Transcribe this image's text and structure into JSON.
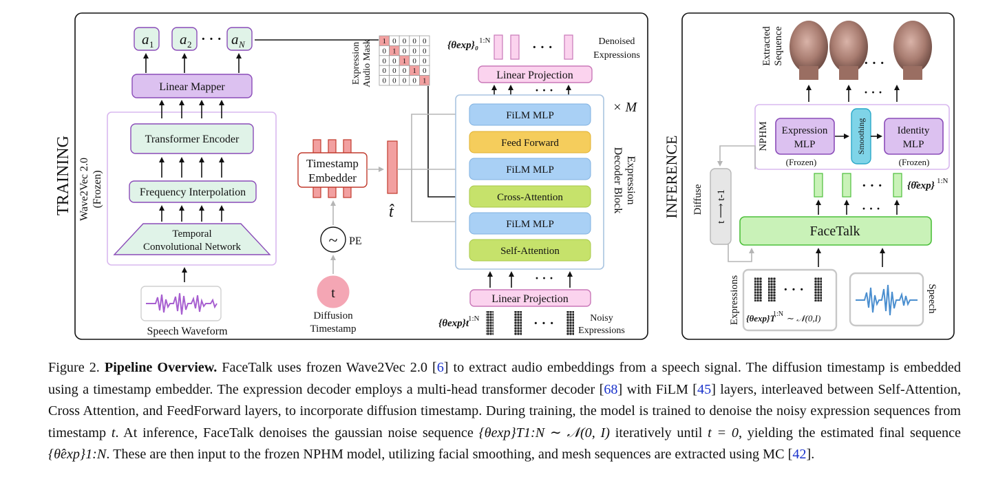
{
  "training": {
    "title": "TRAINING",
    "audio_tokens": [
      "a",
      "a",
      "a"
    ],
    "audio_token_subs": [
      "1",
      "2",
      "N"
    ],
    "ellipsis": "· · ·",
    "linear_mapper": "Linear Mapper",
    "wave2vec_line1": "Wave2Vec 2.0",
    "wave2vec_line2": "(Frozen)",
    "transformer_encoder": "Transformer Encoder",
    "frequency_interpolation": "Frequency Interpolation",
    "tcn_line1": "Temporal",
    "tcn_line2": "Convolutional Network",
    "speech_waveform": "Speech Waveform",
    "mask_label_line1": "Expression",
    "mask_label_line2": "Audio Mask",
    "mask_rows": [
      [
        "1",
        "0",
        "0",
        "0",
        "0"
      ],
      [
        "0",
        "1",
        "0",
        "0",
        "0"
      ],
      [
        "0",
        "0",
        "1",
        "0",
        "0"
      ],
      [
        "0",
        "0",
        "0",
        "1",
        "0"
      ],
      [
        "0",
        "0",
        "0",
        "0",
        "1"
      ]
    ],
    "timestamp_embedder_line1": "Timestamp",
    "timestamp_embedder_line2": "Embedder",
    "t_hat": "t̂",
    "pe_symbol": "~",
    "pe": "PE",
    "t": "t",
    "diffusion_timestamp_line1": "Diffusion",
    "diffusion_timestamp_line2": "Timestamp",
    "denoised_expr_math": "{θexp}₀",
    "denoised_sup": "1:N",
    "denoised_line1": "Denoised",
    "denoised_line2": "Expressions",
    "linear_projection": "Linear Projection",
    "film_mlp": "FiLM MLP",
    "feed_forward": "Feed Forward",
    "cross_attention": "Cross-Attention",
    "self_attention": "Self-Attention",
    "times_m": "× M",
    "decoder_block_line1": "Expression",
    "decoder_block_line2": "Decoder Block",
    "noisy_math": "{θexp}t",
    "noisy_sup": "1:N",
    "noisy_line1": "Noisy",
    "noisy_line2": "Expressions"
  },
  "inference": {
    "title": "INFERENCE",
    "extracted_line1": "Extracted",
    "extracted_line2": "Sequence",
    "nphm": "NPHM",
    "expression_mlp_line1": "Expression",
    "expression_mlp_line2": "MLP",
    "frozen": "(Frozen)",
    "smoothing": "Smoothing",
    "identity_mlp_line1": "Identity",
    "identity_mlp_line2": "MLP",
    "theta_hat_math": "{θ̂exp}",
    "theta_hat_sup": "1:N",
    "diffuse": "Diffuse",
    "t_to_tminus1": "t ⟶ t-1",
    "facetalk": "FaceTalk",
    "expressions": "Expressions",
    "noise_eq": "{θexp}T",
    "noise_eq_sup": "1:N",
    "noise_eq_rest": "∼ 𝒩(0,I)",
    "speech": "Speech"
  },
  "caption": {
    "fig": "Figure 2.",
    "title": "Pipeline Overview.",
    "s1": "FaceTalk uses frozen Wave2Vec 2.0 [",
    "r1": "6",
    "s2": "] to extract audio embeddings from a speech signal. The diffusion timestamp is embedded using a timestamp embedder. The expression decoder employs a multi-head transformer decoder [",
    "r2": "68",
    "s3": "] with FiLM [",
    "r3": "45",
    "s4": "] layers, interleaved between Self-Attention, Cross Attention, and FeedForward layers, to incorporate diffusion timestamp. During training, the model is trained to denoise the noisy expression sequences from timestamp",
    "t": "t",
    "s5": ". At inference, FaceTalk denoises the gaussian noise sequence",
    "eq1": "{θexp}T1:N ∼ 𝒩(0, I)",
    "s6": "iteratively until",
    "eq2": "t = 0",
    "s7": ", yielding the estimated final sequence",
    "eq3": "{θ̂exp}1:N",
    "s8": ". These are then input to the frozen NPHM model, utilizing facial smoothing, and mesh sequences are extracted using MC [",
    "r4": "42",
    "s9": "]."
  },
  "colors": {
    "purple_box": "#e4cdf3",
    "purple_border": "#8a4bb8",
    "green_box": "#e0f3e8",
    "blue_box": "#a9d0f5",
    "yellow_box": "#f5cd5c",
    "lime_box": "#c6e26b",
    "pink_box": "#fbd3ee",
    "red_bar": "#f2a0a0",
    "facetalk_green": "#c9f2b8"
  }
}
